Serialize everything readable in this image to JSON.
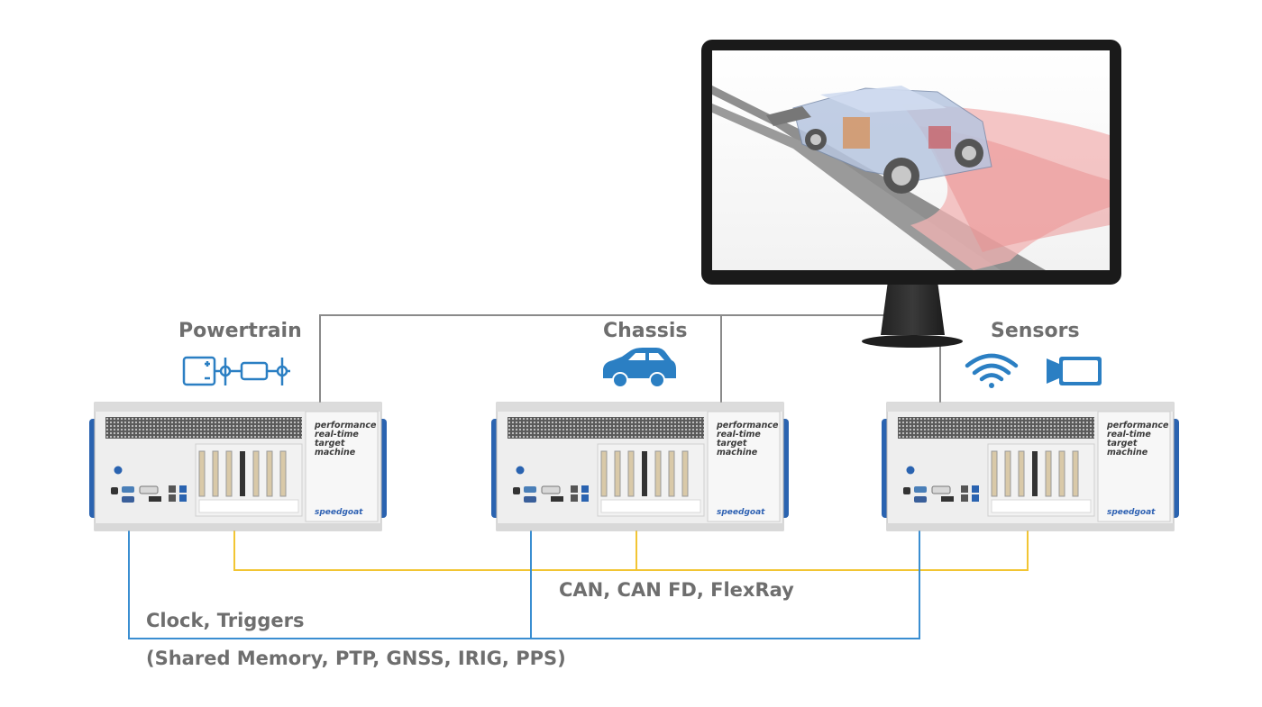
{
  "nodes": [
    {
      "id": "powertrain",
      "title": "Powertrain",
      "icon": "powertrain-icon",
      "panel": [
        "performance",
        "real-time",
        "target",
        "machine"
      ],
      "brand": "speedgoat"
    },
    {
      "id": "chassis",
      "title": "Chassis",
      "icon": "car-icon",
      "panel": [
        "performance",
        "real-time",
        "target",
        "machine"
      ],
      "brand": "speedgoat"
    },
    {
      "id": "sensors",
      "title": "Sensors",
      "icon": "wifi-icon, camera-icon",
      "panel": [
        "performance",
        "real-time",
        "target",
        "machine"
      ],
      "brand": "speedgoat"
    }
  ],
  "monitor": {
    "content": "vehicle-simulation-3d-view"
  },
  "links": {
    "can": "CAN, CAN FD, FlexRay",
    "clock_title": "Clock, Triggers",
    "clock_detail": "(Shared Memory, PTP, GNSS, IRIG, PPS)"
  },
  "colors": {
    "can_line": "#f2c533",
    "clock_line": "#3a8ed1",
    "ethernet_line": "#8a8a8a",
    "icon_blue": "#2b7fc3",
    "chassis_blue": "#2a63b0",
    "label_gray": "#6e6e6e"
  }
}
